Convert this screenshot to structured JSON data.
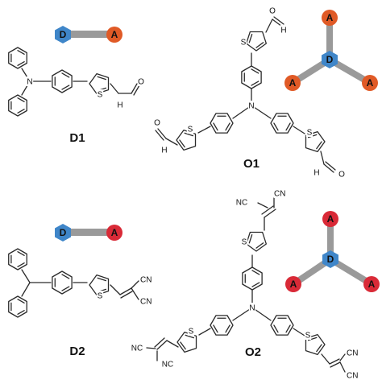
{
  "labels": {
    "d1": "D1",
    "o1": "O1",
    "d2": "D2",
    "o2": "O2"
  },
  "schematic": {
    "donor": "D",
    "acceptor": "A"
  },
  "atoms": {
    "n": "N",
    "s": "S",
    "o": "O",
    "h": "H",
    "cn": "CN",
    "nc": "NC"
  },
  "colors": {
    "donor": "#3f86c9",
    "acceptor_weak": "#e05a26",
    "acceptor_strong": "#d92a37",
    "connector": "#9a9a9a",
    "bond": "#2a2a2a"
  }
}
